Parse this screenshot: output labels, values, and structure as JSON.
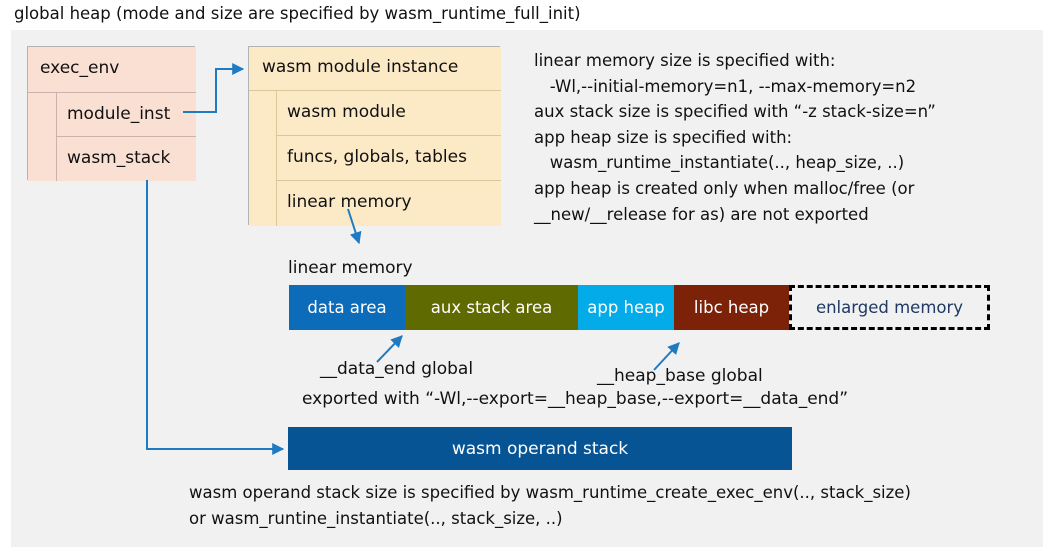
{
  "title_caption": "global heap (mode and size are specified by wasm_runtime_full_init)",
  "colors": {
    "page_bg": "#ffffff",
    "panel_bg": "#f1f1f1",
    "exec_env_fill": "#fadfd3",
    "module_inst_fill": "#fce9c6",
    "connector": "#1f7bc1",
    "data_area": "#0d6cb9",
    "aux_stack_area": "#5f6b00",
    "app_heap": "#03ace8",
    "libc_heap": "#7b2208",
    "enlarged_memory_text": "#1f3864",
    "operand_stack": "#075495"
  },
  "exec_env": {
    "header": "exec_env",
    "rows": [
      {
        "label": "module_inst"
      },
      {
        "label": "wasm_stack"
      }
    ]
  },
  "module_instance": {
    "header": "wasm module instance",
    "rows": [
      {
        "label": "wasm module"
      },
      {
        "label": "funcs, globals, tables"
      },
      {
        "label": "linear memory"
      }
    ]
  },
  "notes": {
    "lines": [
      "linear memory size is specified with:",
      "   -Wl,--initial-memory=n1, --max-memory=n2",
      "aux stack size is specified with “-z stack-size=n”",
      "app heap size is specified with:",
      "   wasm_runtime_instantiate(.., heap_size, ..)",
      "app heap is created only when malloc/free (or",
      "__new/__release for as) are not exported"
    ]
  },
  "linear_memory": {
    "label": "linear memory",
    "segments": [
      {
        "label": "data area",
        "color": "#0d6cb9"
      },
      {
        "label": "aux stack area",
        "color": "#5f6b00"
      },
      {
        "label": "app heap",
        "color": "#03ace8"
      },
      {
        "label": "libc heap",
        "color": "#7b2208"
      },
      {
        "label": "enlarged memory",
        "color": "transparent"
      }
    ]
  },
  "annotations": {
    "data_end": "__data_end global",
    "heap_base": "__heap_base global",
    "exported_with": "exported with “-Wl,--export=__heap_base,--export=__data_end”"
  },
  "operand_stack": {
    "label": "wasm operand stack"
  },
  "footer_note": {
    "lines": [
      "wasm operand stack size is specified by wasm_runtime_create_exec_env(.., stack_size)",
      "or wasm_runtine_instantiate(.., stack_size, ..)"
    ]
  }
}
